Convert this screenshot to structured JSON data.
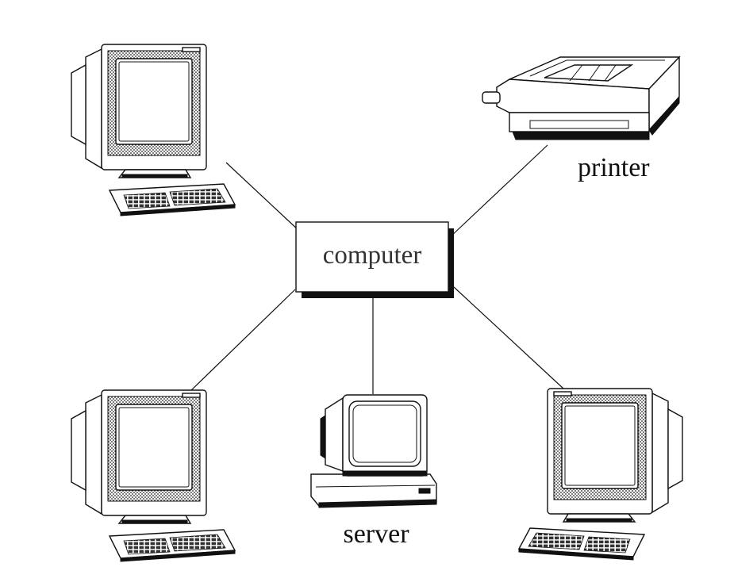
{
  "hub": {
    "label": "computer"
  },
  "nodes": [
    {
      "id": "workstation-top-left",
      "kind": "workstation",
      "label": ""
    },
    {
      "id": "printer",
      "kind": "printer",
      "label": "printer"
    },
    {
      "id": "workstation-bottom-left",
      "kind": "workstation",
      "label": ""
    },
    {
      "id": "server",
      "kind": "server",
      "label": "server"
    },
    {
      "id": "workstation-bottom-right",
      "kind": "workstation",
      "label": ""
    }
  ],
  "colors": {
    "ink": "#111111",
    "hub_text": "#333333",
    "background": "#ffffff"
  }
}
